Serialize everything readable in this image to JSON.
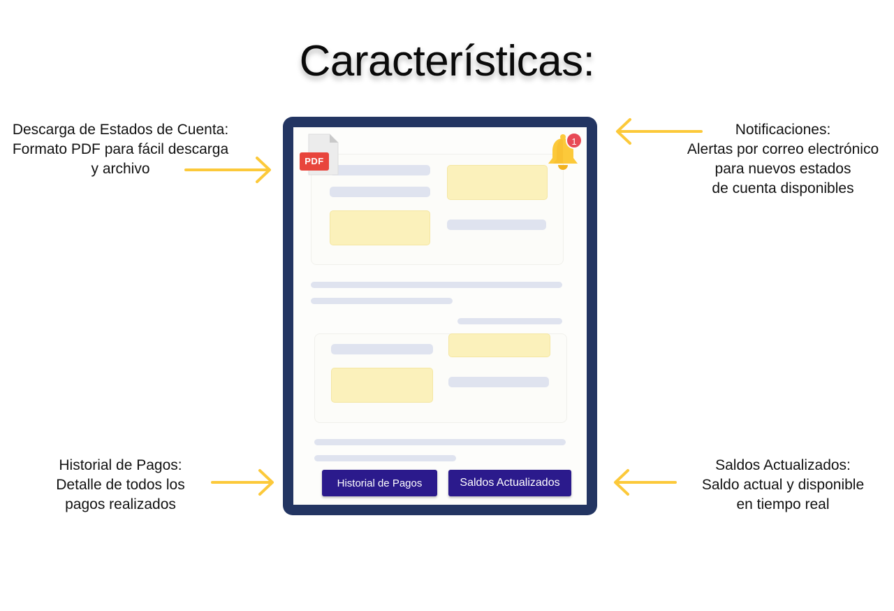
{
  "title": "Características:",
  "colors": {
    "arrow": "#fcc93a",
    "tablet_frame": "#233562",
    "button_bg": "#2b1a8c",
    "placeholder_bar": "#dfe3ef",
    "placeholder_box": "#fbf1bb",
    "pdf_red": "#e8453c",
    "bell_yellow": "#fcc93a",
    "badge_red": "#e84a55"
  },
  "captions": {
    "top_left": [
      "Descarga de Estados de Cuenta:",
      "Formato PDF para fácil descarga",
      "y archivo"
    ],
    "top_right": [
      "Notificaciones:",
      "Alertas por correo electrónico",
      "para nuevos estados",
      "de cuenta disponibles"
    ],
    "bottom_left": [
      "Historial de Pagos:",
      "Detalle de todos los",
      "pagos realizados"
    ],
    "bottom_right": [
      "Saldos Actualizados:",
      "Saldo actual y disponible",
      "en tiempo real"
    ]
  },
  "tablet": {
    "pdf_icon": {
      "icon": "pdf-file-icon",
      "label": "PDF"
    },
    "bell_icon": {
      "icon": "bell-icon",
      "badge": "1"
    },
    "buttons": {
      "historial": "Historial de Pagos",
      "saldos": "Saldos Actualizados"
    }
  }
}
